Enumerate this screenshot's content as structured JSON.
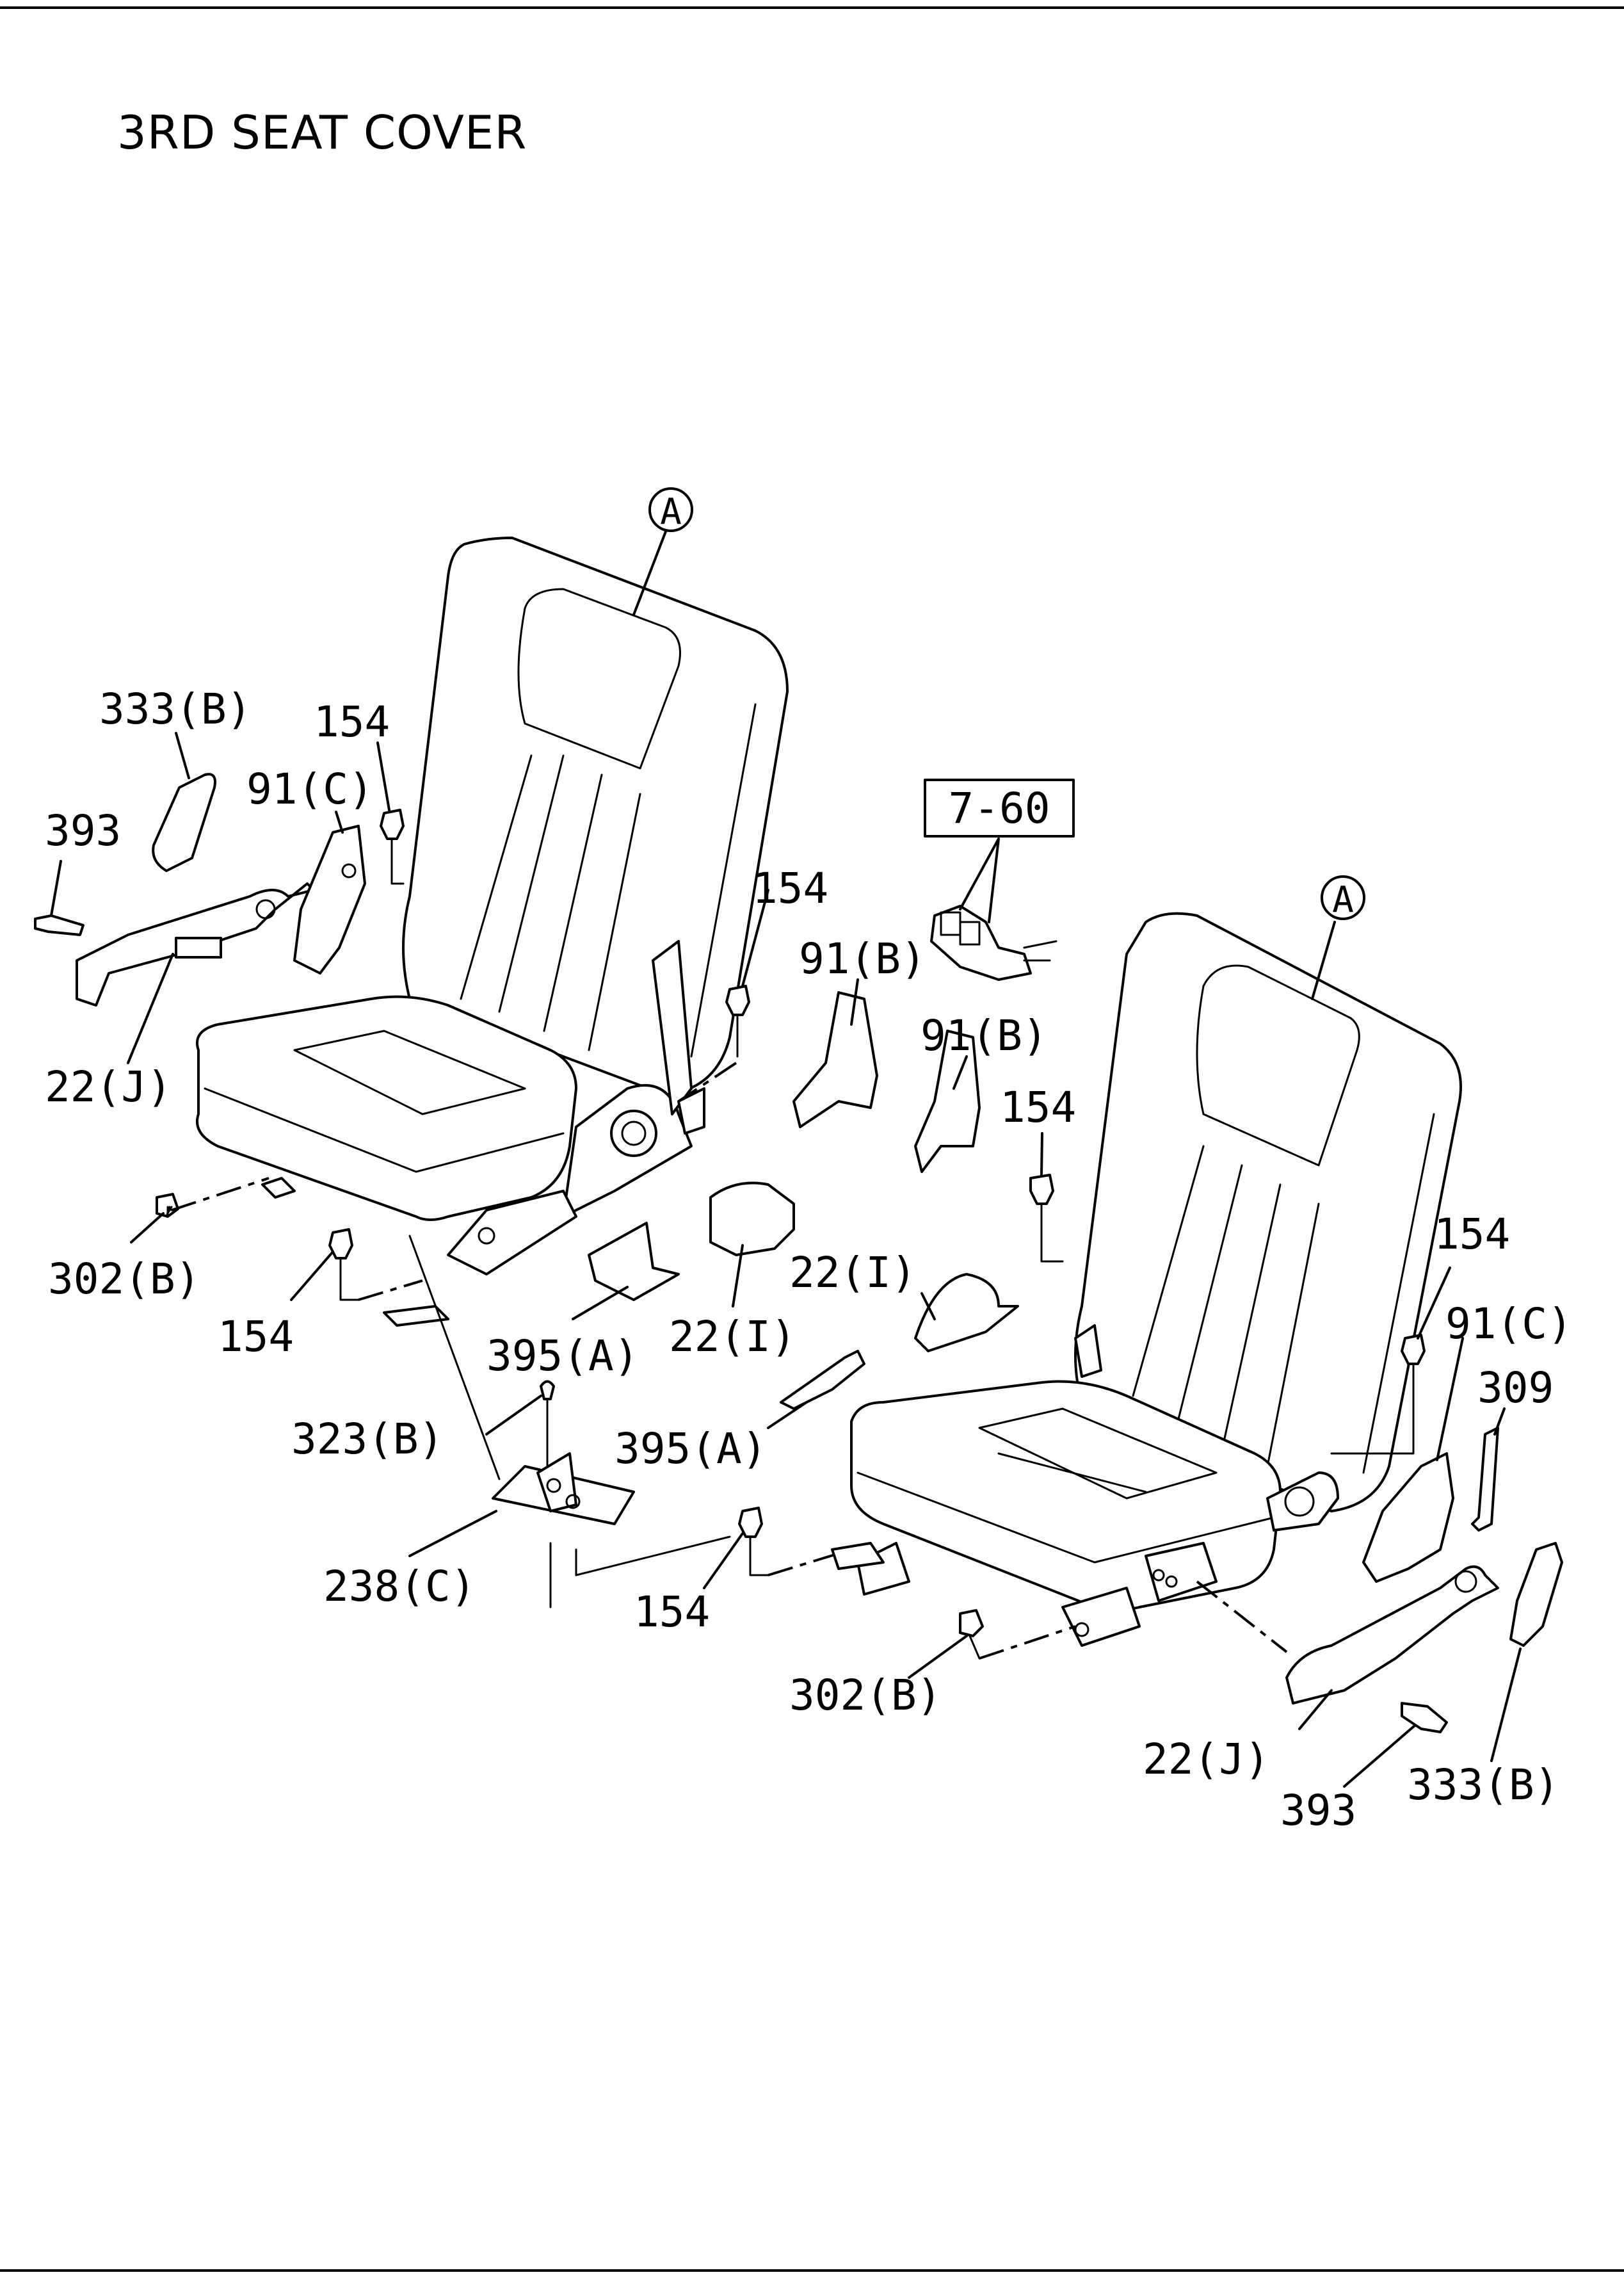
{
  "title": "3RD SEAT COVER",
  "ref_box": "7-60",
  "callouts": [
    "A",
    "A"
  ],
  "labels": [
    "333(B)",
    "154",
    "91(C)",
    "393",
    "22(J)",
    "302(B)",
    "154",
    "395(A)",
    "22(I)",
    "154",
    "91(B)",
    "91(B)",
    "154",
    "22(I)",
    "323(B)",
    "395(A)",
    "238(C)",
    "154",
    "302(B)",
    "154",
    "91(C)",
    "309",
    "22(J)",
    "393",
    "333(B)"
  ]
}
